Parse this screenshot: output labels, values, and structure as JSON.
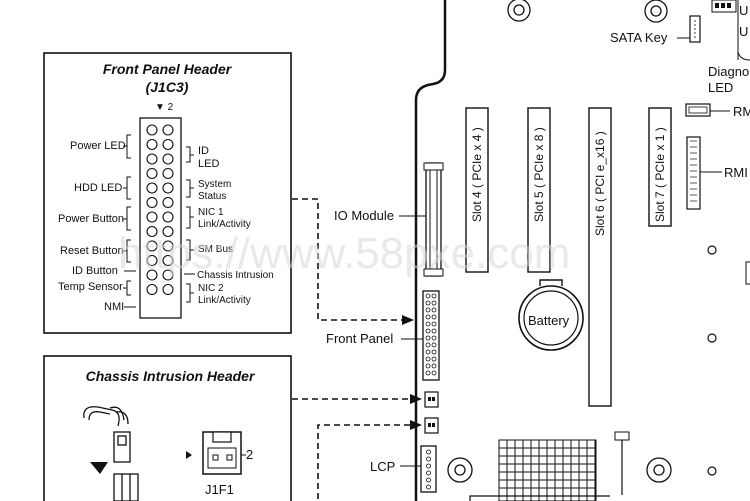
{
  "front_panel": {
    "title": "Front Panel Header",
    "subtitle": "(J1C3)",
    "pin_marker": "▼ 2",
    "left_labels": [
      "Power LED",
      "HDD LED",
      "Power Button",
      "Reset Button",
      "ID Button",
      "Temp Sensor",
      "NMI"
    ],
    "right_labels": {
      "id_led_1": "ID",
      "id_led_2": "LED",
      "system_status_1": "System",
      "system_status_2": "Status",
      "nic1_1": "NIC 1",
      "nic1_2": "Link/Activity",
      "sm_bus": "SM Bus",
      "chassis_intrusion": "Chassis Intrusion",
      "nic2_1": "NIC 2",
      "nic2_2": "Link/Activity"
    }
  },
  "chassis_header": {
    "title": "Chassis Intrusion Header",
    "pin_label": "2",
    "connector_label": "J1F1"
  },
  "board": {
    "sata_key": "SATA Key",
    "diag_led_1": "Diagno",
    "diag_led_2": "LED",
    "rm1": "RM",
    "rm2": "RMI",
    "io_module": "IO Module",
    "front_panel": "Front Panel",
    "lcp": "LCP",
    "battery": "Battery",
    "slots": [
      "Slot 4 ( PCIe x 4 )",
      "Slot 5 ( PCIe x 8 )",
      "Slot 6 ( PCI e_x16 )",
      "Slot 7 ( PCIe x 1 )"
    ]
  },
  "watermark": "https://www.58pxe.com"
}
